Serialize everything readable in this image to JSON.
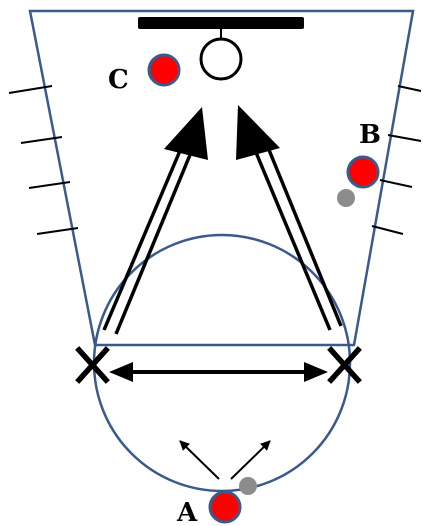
{
  "diagram": {
    "labels": {
      "a": "A",
      "b": "B",
      "c": "C"
    },
    "colors": {
      "court_outline": "#3a5a8c",
      "player_fill": "#ff0000",
      "player_ring": "#3a5a8c",
      "ball": "#8c8c8c",
      "ink": "#000000",
      "background": "#ffffff"
    },
    "icons": {
      "backboard": "backboard-bar",
      "hoop": "hoop-circle",
      "cone": "x-marker",
      "player": "player-dot",
      "ball": "ball-dot"
    }
  }
}
